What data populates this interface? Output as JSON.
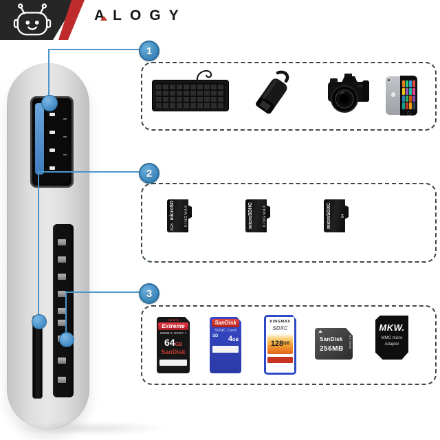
{
  "brand": {
    "logo_text": "ALOGY"
  },
  "callouts": {
    "c1": "1",
    "c2": "2",
    "c3": "3"
  },
  "box1": {
    "devices": [
      "keyboard",
      "usb-lan-adapter",
      "dslr-camera",
      "smartphone"
    ]
  },
  "box2": {
    "cards": [
      {
        "logo": "microSD",
        "brand": "KINGMAX",
        "capacity": "2GB"
      },
      {
        "logo": "microSDHC",
        "brand": "KINGMAX",
        "capacity": ""
      },
      {
        "logo": "microSDXC",
        "brand": "",
        "capacity": "64"
      }
    ]
  },
  "box3": {
    "cards": [
      {
        "brand_top": "SanDisk",
        "name": "Extreme",
        "specs": "80MB/s SDXC I",
        "capacity": "64",
        "capacity_unit": "GB",
        "brand": "SanDisk"
      },
      {
        "brand": "SanDisk",
        "type": "SDHC Card",
        "logo": "SD",
        "capacity": "4",
        "capacity_unit": "GB"
      },
      {
        "brand": "KINGMAX",
        "logo": "SDXC",
        "capacity": "128",
        "capacity_unit": "GB"
      },
      {
        "brand": "SanDisk",
        "capacity": "256MB",
        "side_label": "RS-MMC"
      },
      {
        "brand": "MKW.",
        "line1": "MMC micro",
        "line2": "Adapter"
      }
    ]
  },
  "colors": {
    "accent_blue": "#4a97c8",
    "brand_red": "#bf2b2b",
    "badge_dark": "#262626"
  }
}
